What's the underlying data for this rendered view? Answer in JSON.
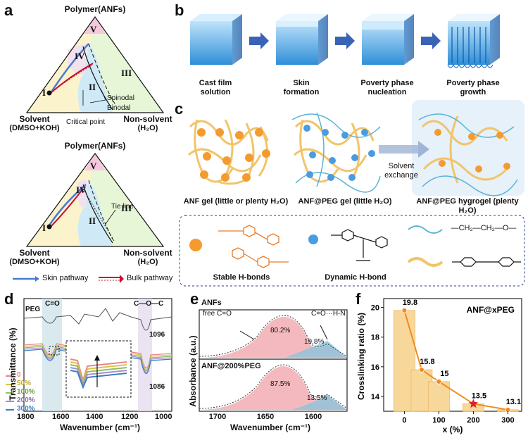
{
  "panels": {
    "a": "a",
    "b": "b",
    "c": "c",
    "d": "d",
    "e": "e",
    "f": "f"
  },
  "panel_a": {
    "top": {
      "apex": "Polymer(ANFs)",
      "solvent_line1": "Solvent",
      "solvent_line2": "(DMSO+KOH)",
      "nonsolvent_line1": "Non-solvent",
      "nonsolvent_line2": "(H₂O)",
      "regions": [
        "I",
        "II",
        "III",
        "IV",
        "V"
      ],
      "spinodal": "Spinodal",
      "binodal": "Binodal",
      "critical_point": "Critical point"
    },
    "bottom": {
      "apex": "Polymer(ANFs)",
      "solvent_line1": "Solvent",
      "solvent_line2": "(DMSO+KOH)",
      "nonsolvent_line1": "Non-solvent",
      "nonsolvent_line2": "(H₂O)",
      "regions": [
        "I",
        "II",
        "III",
        "IV",
        "V"
      ],
      "tie_line": "Tie line"
    },
    "legend": {
      "skin": "Skin pathway",
      "bulk": "Bulk pathway"
    },
    "colors": {
      "skin": "#4a7bd4",
      "bulk": "#c8102e"
    }
  },
  "panel_b": {
    "steps": [
      {
        "line1": "Cast film",
        "line2": "solution"
      },
      {
        "line1": "Skin",
        "line2": "formation"
      },
      {
        "line1": "Poverty phase",
        "line2": "nucleation"
      },
      {
        "line1": "Poverty phase",
        "line2": "growth"
      }
    ]
  },
  "panel_c": {
    "captions": [
      "ANF gel (little or plenty H₂O)",
      "ANF@PEG gel (little H₂O)",
      "ANF@PEG hygrogel (plenty H₂O)"
    ],
    "exchange_line1": "Solvent",
    "exchange_line2": "exchange",
    "legend": {
      "stable": "Stable H-bonds",
      "dynamic": "Dynamic H-bond",
      "peg_formula": "—CH₂—CH₂—O—"
    }
  },
  "panel_d": {
    "ylabel": "Transmittance (%)",
    "xlabel": "Wavenumber (cm⁻¹)",
    "xticks": [
      "1800",
      "1600",
      "1400",
      "1200",
      "1000"
    ],
    "peg_label": "PEG",
    "band_co": "C=O",
    "band_coc": "C—O—C",
    "peak1": "1096",
    "peak2": "1086",
    "legend": [
      {
        "name": "0",
        "color": "#e8868a"
      },
      {
        "name": "50%",
        "color": "#e0c24a"
      },
      {
        "name": "100%",
        "color": "#8fbf5a"
      },
      {
        "name": "200%",
        "color": "#a88ed0"
      },
      {
        "name": "300%",
        "color": "#3d7fc4"
      }
    ]
  },
  "panel_e": {
    "ylabel": "Absorbance (a.u.)",
    "xlabel": "Wavenumber (cm⁻¹)",
    "xticks": [
      "1700",
      "1650",
      "1600"
    ],
    "top_title": "ANFs",
    "top_free": "free C=O",
    "top_bound": "C=O···H-N",
    "top_pct1": "80.2%",
    "top_pct2": "19.8%",
    "bottom_title": "ANF@200%PEG",
    "bottom_pct1": "87.5%",
    "bottom_pct2": "13.5%"
  },
  "chart_data": {
    "type": "bar",
    "title": "ANF@xPEG",
    "xlabel": "x (%)",
    "ylabel": "Crosslinking ratio (%)",
    "x": [
      0,
      50,
      100,
      200,
      300
    ],
    "values": [
      19.8,
      15.8,
      15,
      13.5,
      13.1
    ],
    "value_labels": [
      "19.8",
      "15.8",
      "15",
      "13.5",
      "13.1"
    ],
    "xticks": [
      "0",
      "100",
      "200",
      "300"
    ],
    "yticks": [
      "14",
      "16",
      "18",
      "20"
    ],
    "ylim": [
      13,
      20.6
    ],
    "xlim": [
      -60,
      340
    ]
  }
}
